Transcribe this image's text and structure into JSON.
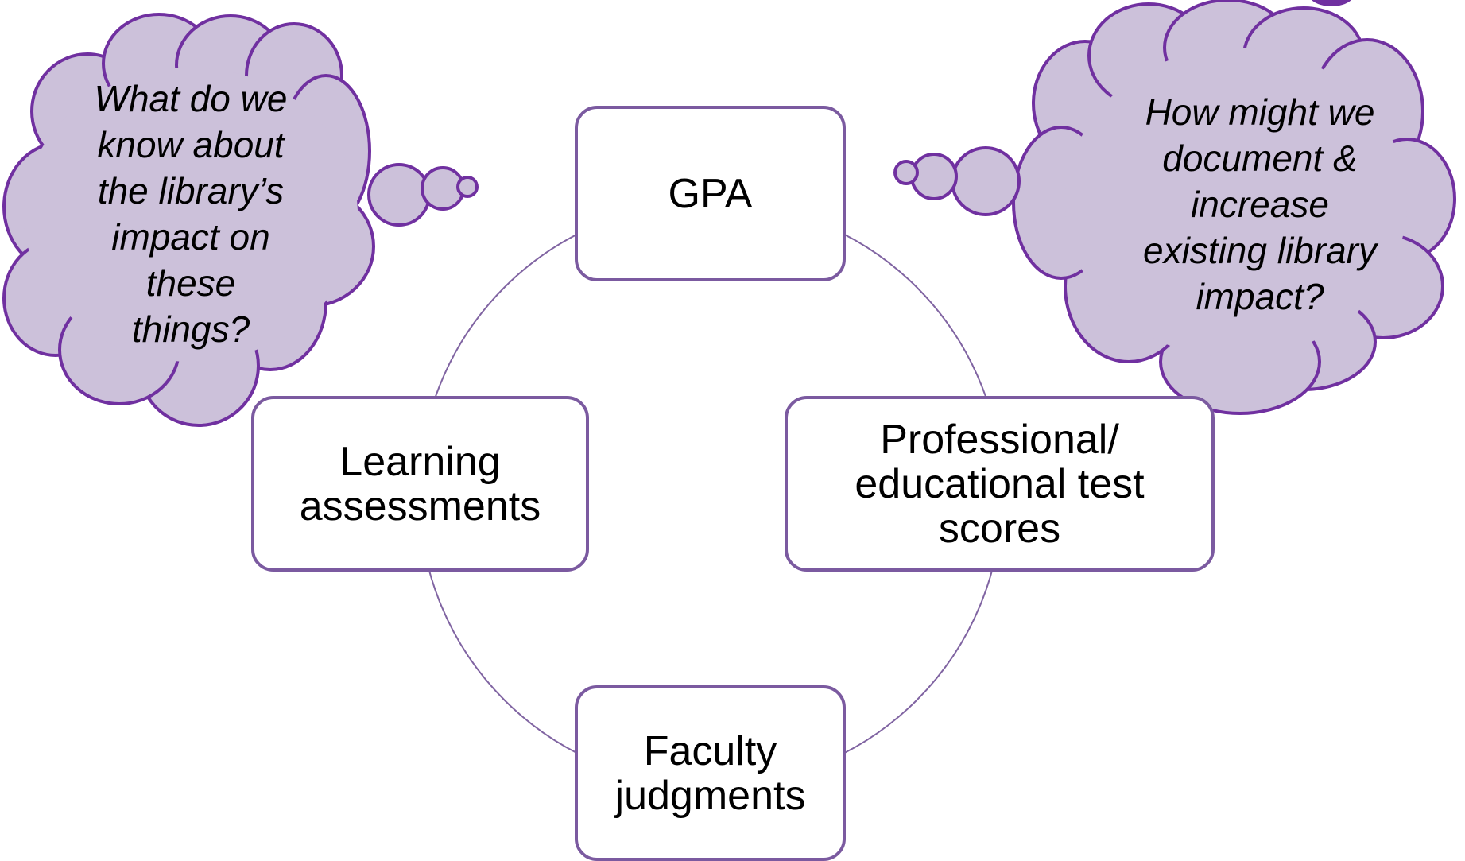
{
  "diagram": {
    "type": "cycle",
    "nodes": {
      "gpa": "GPA",
      "test_scores_line1": "Professional/",
      "test_scores_line2": "educational test",
      "test_scores_line3": "scores",
      "faculty_line1": "Faculty",
      "faculty_line2": "judgments",
      "learning_line1": "Learning",
      "learning_line2": "assessments"
    },
    "thought_left": {
      "lines": [
        "What do we",
        "know about",
        "the library’s",
        "impact on",
        "these",
        "things?"
      ]
    },
    "thought_right": {
      "lines": [
        "How might we",
        "document &",
        "increase",
        "existing library",
        "impact?"
      ]
    },
    "colors": {
      "accent": "#7030a0",
      "node_border": "#7b5aa0",
      "cloud_fill": "#ccc1da",
      "cycle_line": "#8064a2"
    }
  }
}
